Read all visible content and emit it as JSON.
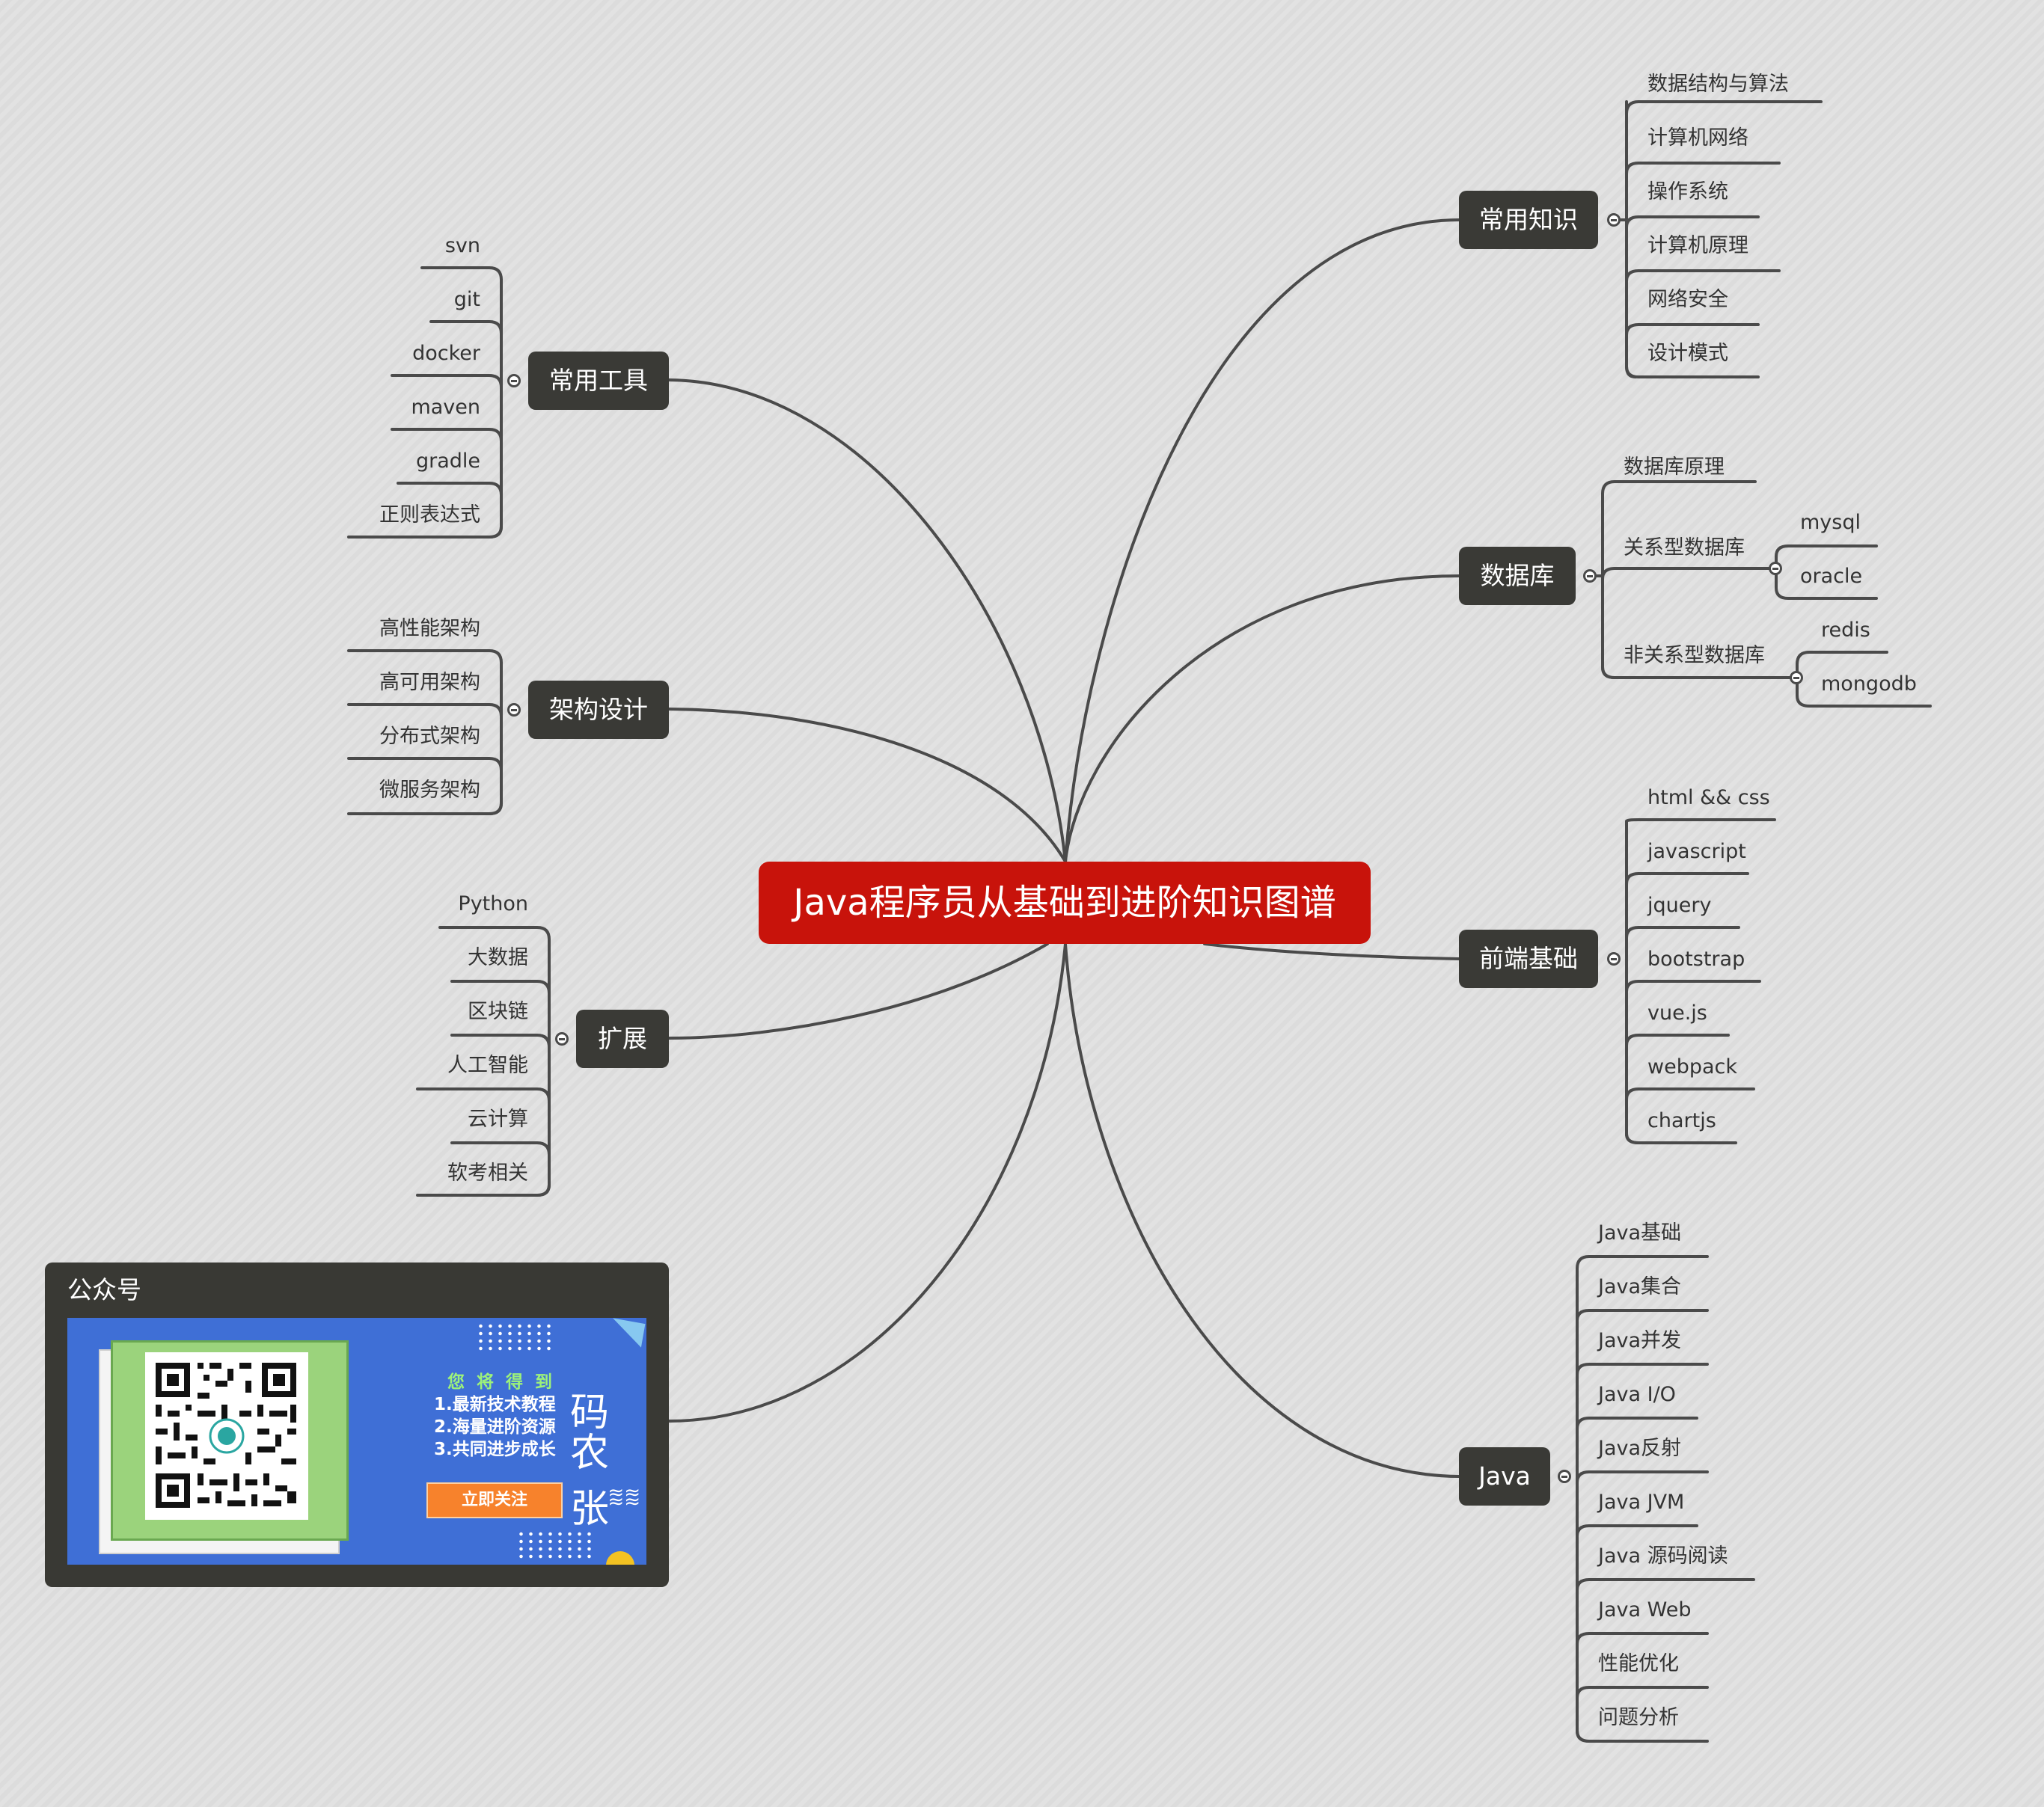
{
  "root": {
    "title": "Java程序员从基础到进阶知识图谱"
  },
  "topics": {
    "common_knowledge": {
      "label": "常用知识",
      "items": [
        "数据结构与算法",
        "计算机网络",
        "操作系统",
        "计算机原理",
        "网络安全",
        "设计模式"
      ]
    },
    "database": {
      "label": "数据库",
      "items": [
        "数据库原理",
        "关系型数据库",
        "非关系型数据库"
      ],
      "relational": [
        "mysql",
        "oracle"
      ],
      "nonrelational": [
        "redis",
        "mongodb"
      ]
    },
    "frontend": {
      "label": "前端基础",
      "items": [
        "html && css",
        "javascript",
        "jquery",
        "bootstrap",
        "vue.js",
        "webpack",
        "chartjs"
      ]
    },
    "java": {
      "label": "Java",
      "items": [
        "Java基础",
        "Java集合",
        "Java并发",
        "Java I/O",
        "Java反射",
        "Java JVM",
        "Java 源码阅读",
        "Java Web",
        "性能优化",
        "问题分析"
      ]
    },
    "tools": {
      "label": "常用工具",
      "items": [
        "svn",
        "git",
        "docker",
        "maven",
        "gradle",
        "正则表达式"
      ]
    },
    "architecture": {
      "label": "架构设计",
      "items": [
        "高性能架构",
        "高可用架构",
        "分布式架构",
        "微服务架构"
      ]
    },
    "extension": {
      "label": "扩展",
      "items": [
        "Python",
        "大数据",
        "区块链",
        "人工智能",
        "云计算",
        "软考相关"
      ]
    }
  },
  "card": {
    "title": "公众号",
    "gains_title": "您 将 得 到",
    "gains": [
      "1.最新技术教程",
      "2.海量进阶资源",
      "3.共同进步成长"
    ],
    "button": "立即关注",
    "brand_line1": "码",
    "brand_line2": "农张"
  },
  "colors": {
    "root": "#c8130b",
    "topic": "#3a3a36",
    "line": "#4a4a4a",
    "banner": "#3f6fd6",
    "accent": "#f7822c"
  }
}
